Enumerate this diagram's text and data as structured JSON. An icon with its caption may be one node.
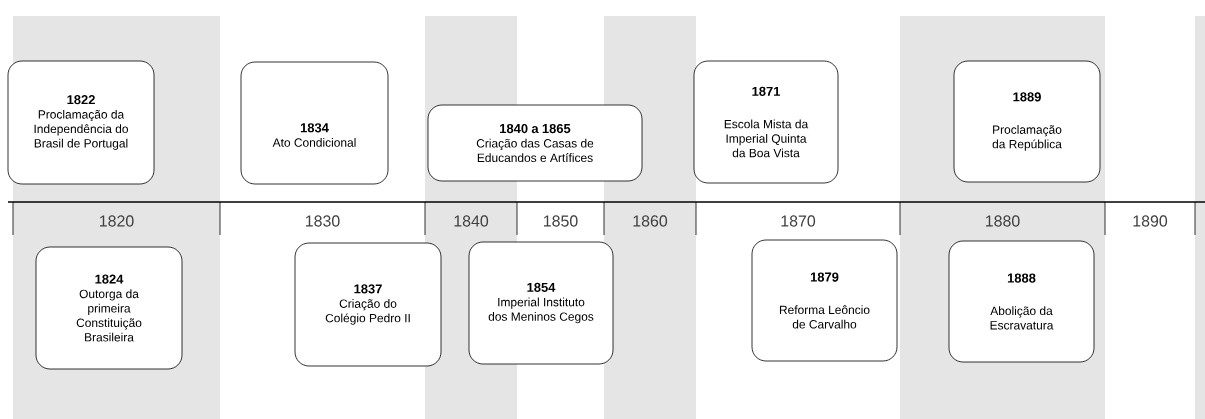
{
  "diagram": {
    "nodes": [
      {
        "text": [
          "1822",
          "Proclamação da Independência do Brasil de Portugal"
        ]
      },
      {
        "text": [
          "1834",
          "Ato Condicional"
        ]
      },
      {
        "text": [
          "1840 a 1865",
          "Criação das Casas de Educandos e Artífices"
        ]
      },
      {
        "text": [
          "1871",
          "Escola Mista da Imperial Quinta da Boa Vista"
        ]
      },
      {
        "text": [
          "1889",
          "Proclamação da República"
        ]
      },
      {
        "text": [
          "1824",
          "Outorga da primeira Constituição Brasileira"
        ]
      },
      {
        "text": [
          "1837",
          "Criação do Colégio Pedro II"
        ]
      },
      {
        "text": [
          "1854",
          "Imperial Instituto dos Meninos Cegos"
        ]
      },
      {
        "text": [
          "1879",
          "Reforma Leôncio de Carvalho"
        ]
      },
      {
        "text": [
          "1888",
          "Abolição da Escravatura"
        ]
      }
    ],
    "labels": [
      "1820",
      "1830",
      "1840",
      "1850",
      "1860",
      "1870",
      "1880",
      "1890"
    ]
  }
}
